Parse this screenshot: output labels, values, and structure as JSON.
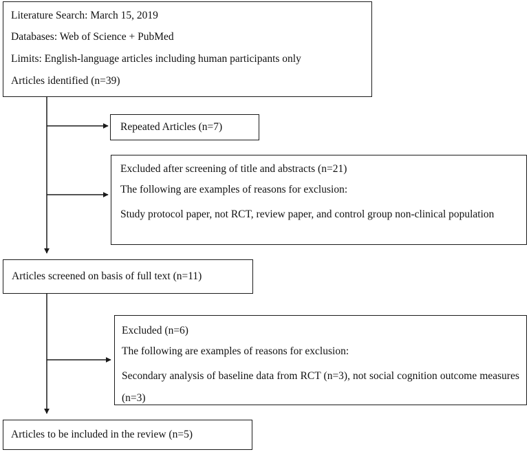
{
  "search_box": {
    "line1": "Literature Search: March 15, 2019",
    "line2": "Databases: Web of Science + PubMed",
    "line3": "Limits: English-language articles including human participants only",
    "line4": "Articles identified (n=39)"
  },
  "repeated_box": {
    "line1": "Repeated Articles (n=7)"
  },
  "excluded_screening_box": {
    "line1": "Excluded after screening of title and abstracts (n=21)",
    "line2": "The following are examples of reasons for exclusion:",
    "line3": "Study protocol paper, not RCT, review paper, and control group non-clinical population"
  },
  "full_text_box": {
    "line1": "Articles screened on basis of full text (n=11)"
  },
  "excluded_full_text_box": {
    "line1": "Excluded (n=6)",
    "line2": "The following are examples of reasons for exclusion:",
    "line3": "Secondary analysis of baseline data from RCT (n=3), not social cognition outcome measures (n=3)"
  },
  "included_box": {
    "line1": "Articles to be included in the review (n=5)"
  }
}
